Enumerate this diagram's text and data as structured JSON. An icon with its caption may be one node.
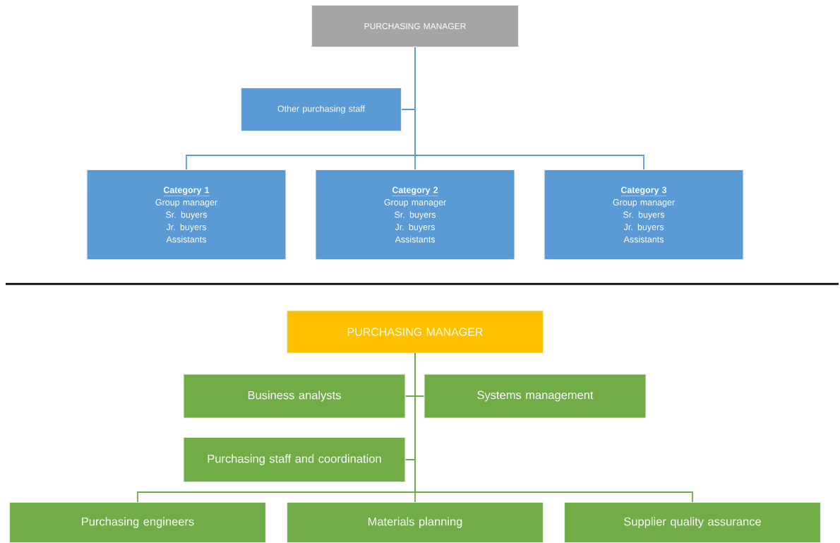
{
  "diagram": {
    "nodes": [
      {
        "text": [
          "PURCHASING MANAGER"
        ]
      },
      {
        "text": [
          "Other purchasing staff"
        ]
      },
      {
        "text": [
          "Category 1",
          "Group manager",
          "Sr. buyers",
          "Jr. buyers",
          "Assistants"
        ]
      },
      {
        "text": [
          "Category 2",
          "Group manager",
          "Sr. buyers",
          "Jr. buyers",
          "Assistants"
        ]
      },
      {
        "text": [
          "Category 3",
          "Group manager",
          "Sr. buyers",
          "Jr. buyers",
          "Assistants"
        ]
      },
      {
        "text": [
          "PURCHASING MANAGER"
        ]
      },
      {
        "text": [
          "Business analysts"
        ]
      },
      {
        "text": [
          "Systems management"
        ]
      },
      {
        "text": [
          "Purchasing staff and coordination"
        ]
      },
      {
        "text": [
          "Purchasing engineers"
        ]
      },
      {
        "text": [
          "Materials planning"
        ]
      },
      {
        "text": [
          "Supplier quality assurance"
        ]
      }
    ],
    "edges": [
      {
        "from": 0,
        "to": 1,
        "arrow": "none",
        "color": "#5b9bd5"
      },
      {
        "from": 0,
        "to": 2,
        "arrow": "none",
        "color": "#5b9bd5"
      },
      {
        "from": 0,
        "to": 3,
        "arrow": "none",
        "color": "#5b9bd5"
      },
      {
        "from": 0,
        "to": 4,
        "arrow": "none",
        "color": "#5b9bd5"
      },
      {
        "from": 5,
        "to": 6,
        "arrow": "none"
      },
      {
        "from": 5,
        "to": 7,
        "arrow": "none"
      },
      {
        "from": 5,
        "to": 8,
        "arrow": "none"
      },
      {
        "from": 5,
        "to": 9,
        "arrow": "none"
      },
      {
        "from": 5,
        "to": 10,
        "arrow": "none"
      },
      {
        "from": 5,
        "to": 11,
        "arrow": "none"
      }
    ]
  }
}
